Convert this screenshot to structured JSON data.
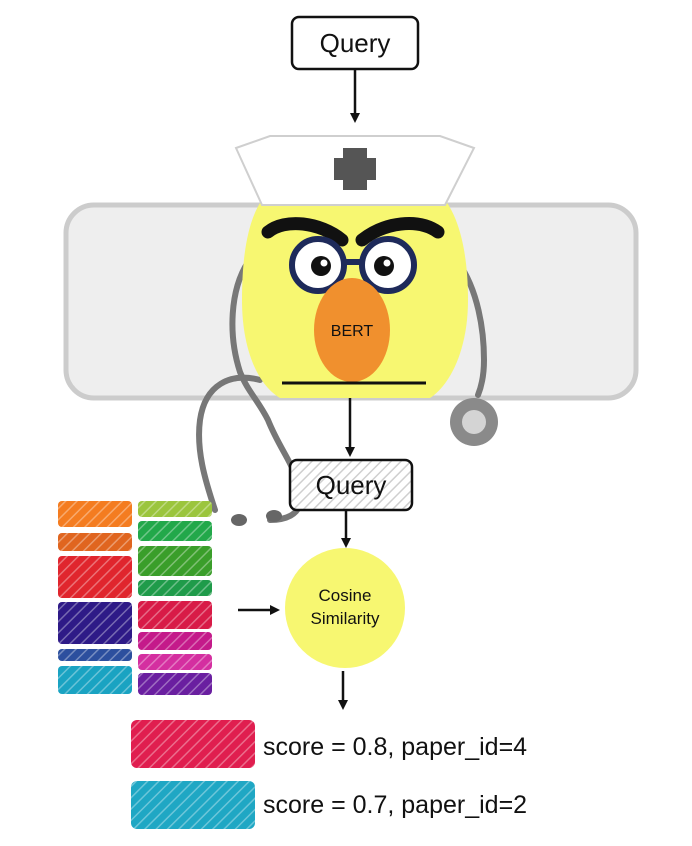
{
  "query_top": {
    "label": "Query"
  },
  "model": {
    "label": "BERT"
  },
  "query_embedding": {
    "label": "Query"
  },
  "similarity": {
    "line1": "Cosine",
    "line2": "Similarity"
  },
  "embedding_colors": {
    "left": [
      "#f47c20",
      "#e0651f",
      "#e0252d",
      "#2e1a87",
      "#2c4f9e",
      "#1aa3c2"
    ],
    "right": [
      "#9bc53d",
      "#22a84a",
      "#3a9e2a",
      "#1f9b4a",
      "#d81b47",
      "#c41a8a",
      "#d42fa0",
      "#6a1fa0"
    ]
  },
  "results": [
    {
      "text": "score = 0.8, paper_id=4",
      "color": "#e01e4f"
    },
    {
      "text": "score = 0.7, paper_id=2",
      "color": "#1fa7c4"
    }
  ],
  "colors": {
    "face": "#f7f771",
    "beak": "#f0902e",
    "panel": "#eeeeee",
    "panel_border": "#cccccc",
    "hat_cross": "#555555",
    "stethoscope": "#777777",
    "similarity_circle": "#f7f771"
  }
}
